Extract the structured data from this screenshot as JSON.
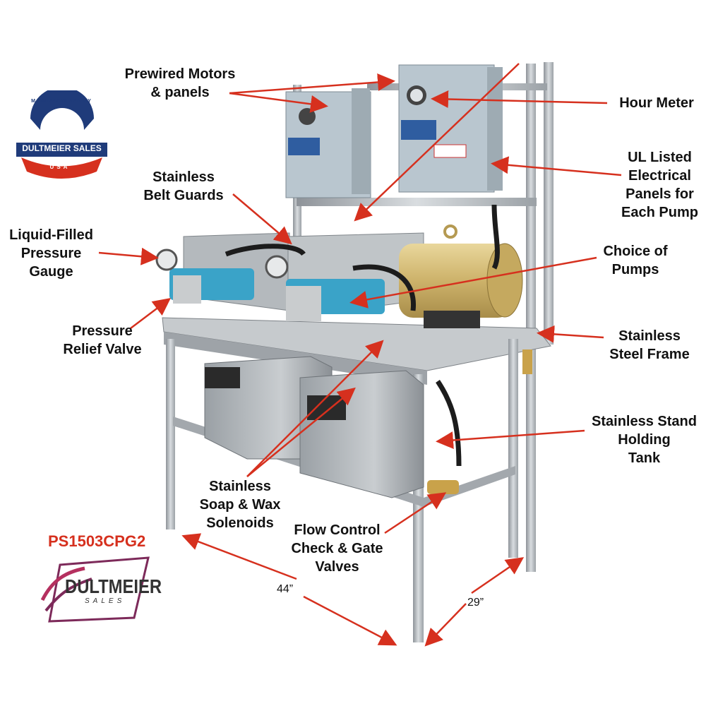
{
  "labels": {
    "prewired": "Prewired Motors\n& panels",
    "hour_meter": "Hour Meter",
    "ul_listed": "UL Listed\nElectrical\nPanels for\nEach Pump",
    "belt_guards": "Stainless\nBelt Guards",
    "gauge": "Liquid-Filled\nPressure\nGauge",
    "pumps": "Choice of\nPumps",
    "relief": "Pressure\nRelief Valve",
    "frame": "Stainless\nSteel Frame",
    "stand": "Stainless Stand\nHolding\nTank",
    "solenoids": "Stainless\nSoap & Wax\nSolenoids",
    "flow": "Flow Control\nCheck & Gate\nValves"
  },
  "dimensions": {
    "width": "44”",
    "depth": "29”"
  },
  "model": "PS1503CPG2",
  "badge": {
    "top_text": "MANUFACTURED BY",
    "name": "DULTMEIER SALES",
    "country": "USA"
  },
  "logo": {
    "name": "DULTMEIER",
    "sub": "SALES"
  },
  "colors": {
    "arrow": "#d6301e",
    "pump": "#3aa3c8",
    "motor": "#d8bf7a",
    "steel": "#a9aeb3",
    "panel": "#b7c4cc"
  }
}
